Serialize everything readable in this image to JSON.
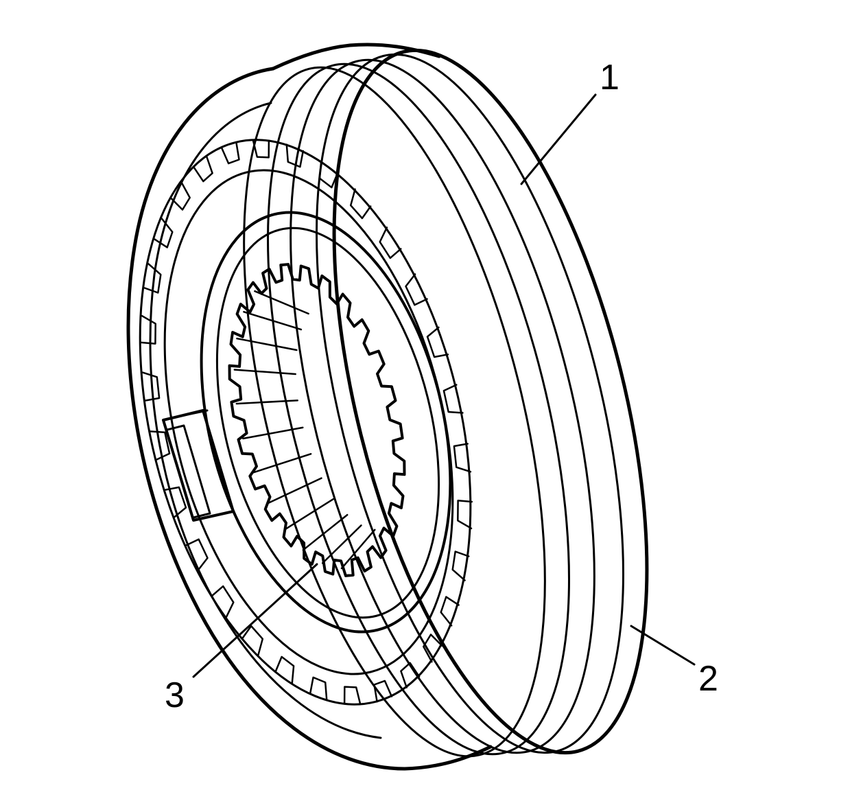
{
  "diagram": {
    "colors": {
      "ink": "#000000",
      "paper": "#ffffff"
    },
    "callouts": [
      {
        "id": "1",
        "label": "1"
      },
      {
        "id": "2",
        "label": "2"
      },
      {
        "id": "3",
        "label": "3"
      }
    ],
    "parts": {
      "synchronizer-sleeve": "outer-sleeve",
      "synchronizer-keys": "key-block",
      "synchronizer-hub": "splined-hub"
    }
  }
}
